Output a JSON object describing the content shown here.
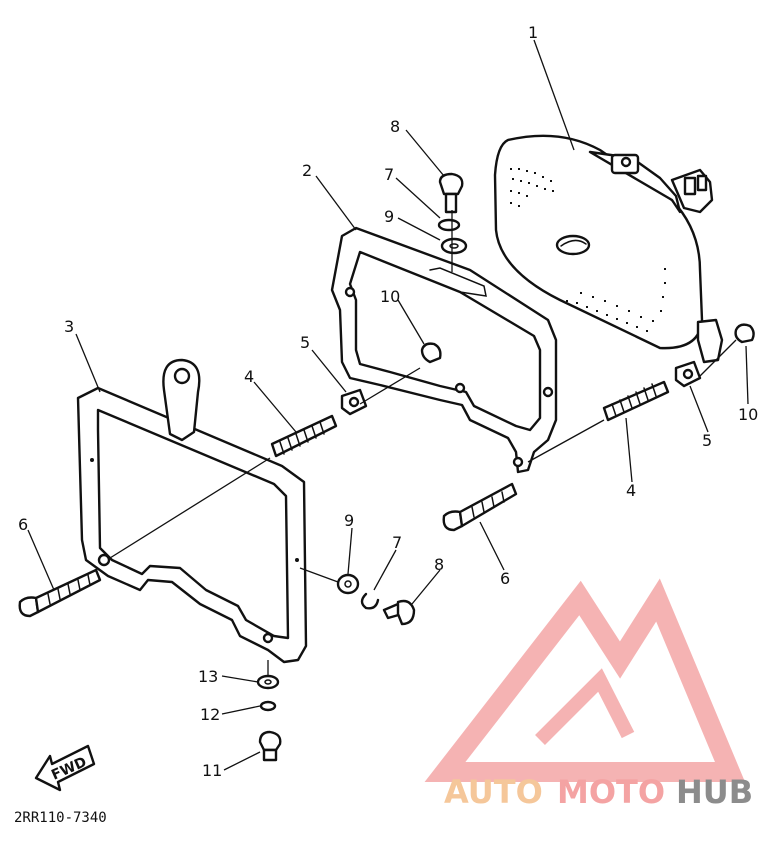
{
  "diagram": {
    "code": "2RR110-7340",
    "fwd_label": "FWD",
    "callouts": {
      "c1": "1",
      "c2": "2",
      "c3": "3",
      "c4a": "4",
      "c4b": "4",
      "c5a": "5",
      "c5b": "5",
      "c6a": "6",
      "c6b": "6",
      "c7a": "7",
      "c7b": "7",
      "c8a": "8",
      "c8b": "8",
      "c9a": "9",
      "c9b": "9",
      "c10a": "10",
      "c10b": "10",
      "c11": "11",
      "c12": "12",
      "c13": "13"
    }
  },
  "watermark": {
    "auto": "AUTO",
    "moto": "MOTO",
    "hub": "HUB",
    "colors": {
      "auto": "#f5c79a",
      "moto": "#f4a3a3",
      "hub": "#8c8c8c",
      "logo": "#f29a9a"
    }
  }
}
